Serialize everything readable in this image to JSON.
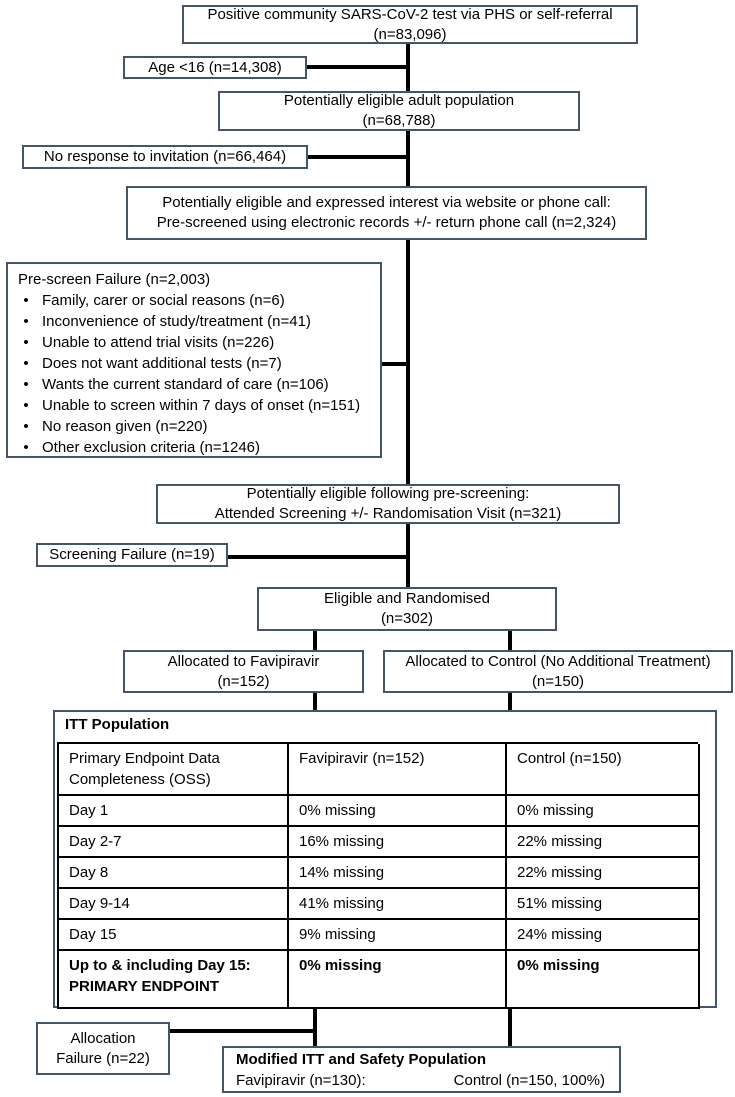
{
  "colors": {
    "box_border": "#44546a",
    "connector": "#000000",
    "table_border": "#000000",
    "text": "#000000",
    "background": "#ffffff"
  },
  "flow": {
    "positive_test": {
      "line1": "Positive community SARS-CoV-2 test via PHS or self-referral",
      "line2": "(n=83,096)"
    },
    "age_exclusion": {
      "label": "Age <16 (n=14,308)"
    },
    "adult_population": {
      "line1": "Potentially eligible adult population",
      "line2": "(n=68,788)"
    },
    "no_response": {
      "label": "No response to invitation (n=66,464)"
    },
    "expressed_interest": {
      "line1": "Potentially eligible and expressed interest via website or phone call:",
      "line2": "Pre-screened using electronic records +/- return phone call (n=2,324)"
    },
    "prescreen_failure": {
      "title": "Pre-screen Failure (n=2,003)",
      "bullet": "•",
      "items": [
        "Family, carer or social reasons (n=6)",
        "Inconvenience of study/treatment (n=41)",
        "Unable to attend trial visits (n=226)",
        "Does not want additional tests (n=7)",
        "Wants the current standard of care (n=106)",
        "Unable to screen within 7 days of onset (n=151)",
        "No reason given (n=220)",
        "Other exclusion criteria (n=1246)"
      ]
    },
    "following_prescreening": {
      "line1": "Potentially eligible following pre-screening:",
      "line2": "Attended Screening +/- Randomisation Visit (n=321)"
    },
    "screening_failure": {
      "label": "Screening Failure (n=19)"
    },
    "randomised": {
      "line1": "Eligible and Randomised",
      "line2": "(n=302)"
    },
    "favipiravir": {
      "line1": "Allocated to Favipiravir",
      "line2": "(n=152)"
    },
    "control": {
      "line1": "Allocated to Control (No Additional Treatment)",
      "line2": "(n=150)"
    },
    "allocation_failure": {
      "line1": "Allocation",
      "line2": "Failure (n=22)"
    },
    "modified_itt": {
      "title": "Modified ITT and Safety Population",
      "left": "Favipiravir (n=130):",
      "right": "Control (n=150, 100%)"
    }
  },
  "itt": {
    "title": "ITT Population",
    "table": {
      "headers": [
        "Primary Endpoint Data Completeness (OSS)",
        "Favipiravir (n=152)",
        "Control (n=150)"
      ],
      "rows": [
        {
          "label": "Day 1",
          "favipiravir": "0% missing",
          "control": "0% missing",
          "bold": false
        },
        {
          "label": "Day 2-7",
          "favipiravir": "16% missing",
          "control": "22% missing",
          "bold": false
        },
        {
          "label": "Day 8",
          "favipiravir": "14% missing",
          "control": "22% missing",
          "bold": false
        },
        {
          "label": "Day 9-14",
          "favipiravir": "41% missing",
          "control": "51% missing",
          "bold": false
        },
        {
          "label": "Day 15",
          "favipiravir": "9% missing",
          "control": "24% missing",
          "bold": false
        },
        {
          "label": "Up to & including Day 15: PRIMARY ENDPOINT",
          "favipiravir": "0% missing",
          "control": "0% missing",
          "bold": true
        }
      ]
    }
  }
}
